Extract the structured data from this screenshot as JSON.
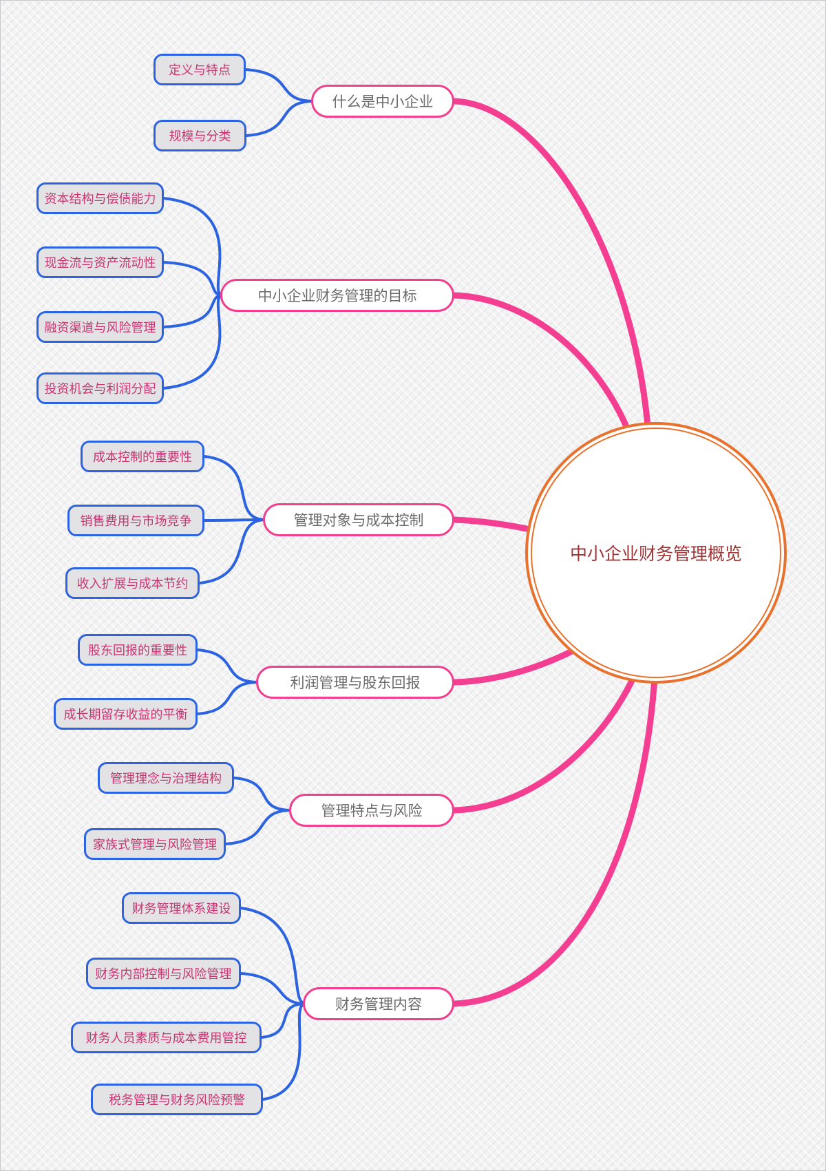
{
  "title": "中小企业财务管理概览",
  "mindmap": {
    "root": {
      "label": "中小企业财务管理概览"
    },
    "branches": [
      {
        "label": "什么是中小企业",
        "children": [
          {
            "label": "定义与特点"
          },
          {
            "label": "规模与分类"
          }
        ]
      },
      {
        "label": "中小企业财务管理的目标",
        "children": [
          {
            "label": "资本结构与偿债能力"
          },
          {
            "label": "现金流与资产流动性"
          },
          {
            "label": "融资渠道与风险管理"
          },
          {
            "label": "投资机会与利润分配"
          }
        ]
      },
      {
        "label": "管理对象与成本控制",
        "children": [
          {
            "label": "成本控制的重要性"
          },
          {
            "label": "销售费用与市场竞争"
          },
          {
            "label": "收入扩展与成本节约"
          }
        ]
      },
      {
        "label": "利润管理与股东回报",
        "children": [
          {
            "label": "股东回报的重要性"
          },
          {
            "label": "成长期留存收益的平衡"
          }
        ]
      },
      {
        "label": "管理特点与风险",
        "children": [
          {
            "label": "管理理念与治理结构"
          },
          {
            "label": "家族式管理与风险管理"
          }
        ]
      },
      {
        "label": "财务管理内容",
        "children": [
          {
            "label": "财务管理体系建设"
          },
          {
            "label": "财务内部控制与风险管理"
          },
          {
            "label": "财务人员素质与成本费用管控"
          },
          {
            "label": "税务管理与财务风险预警"
          }
        ]
      }
    ]
  },
  "colors": {
    "canvas-bg": "#F3F3F4",
    "edge-pink": "#F33E92",
    "edge-blue": "#2C63E0",
    "main-border": "#F23E8E",
    "main-text": "#6B6B6B",
    "child-border": "#2C63E0",
    "child-fill": "#E3E3E6",
    "child-text": "#C73572",
    "root-border": "#E8722D",
    "root-text": "#A13434"
  }
}
